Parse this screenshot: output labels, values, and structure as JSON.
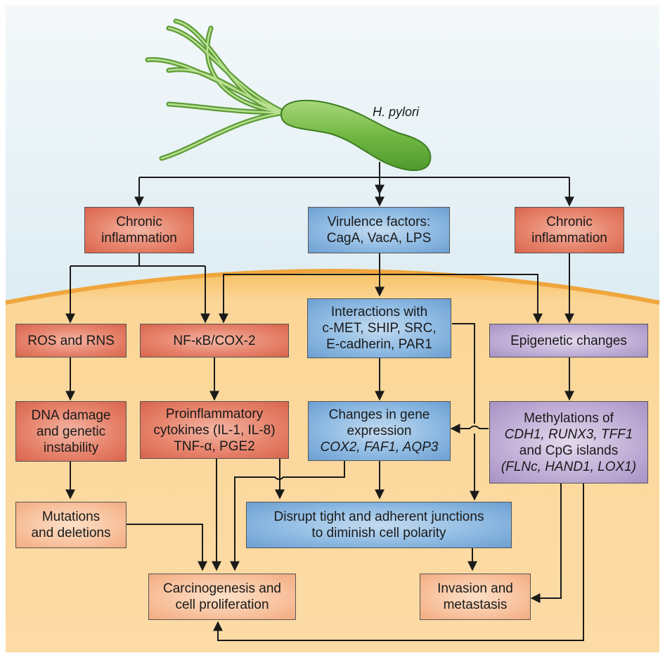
{
  "organism_label": "H. pylori",
  "boxes": {
    "chronic_left": [
      "Chronic",
      "inflammation"
    ],
    "virulence": [
      "Virulence factors:",
      "CagA, VacA, LPS"
    ],
    "chronic_right": [
      "Chronic",
      "inflammation"
    ],
    "ros": [
      "ROS and RNS"
    ],
    "nfkb": [
      "NF-κB/COX-2"
    ],
    "interactions": [
      "Interactions with",
      "c-MET, SHIP, SRC,",
      "E-cadherin, PAR1"
    ],
    "epigenetic": [
      "Epigenetic changes"
    ],
    "dna_damage": [
      "DNA damage",
      "and genetic",
      "instability"
    ],
    "cytokines": [
      "Proinflammatory",
      "cytokines (IL-1, IL-8)",
      "TNF-α, PGE2"
    ],
    "gene_expr": [
      "Changes in gene",
      "expression",
      "COX2, FAF1, AQP3"
    ],
    "methylation": [
      "Methylations of",
      "CDH1, RUNX3, TFF1",
      "and CpG islands",
      "(FLNc, HAND1, LOX1)"
    ],
    "mutations": [
      "Mutations",
      "and deletions"
    ],
    "disrupt": [
      "Disrupt tight and adherent junctions",
      "to diminish cell polarity"
    ],
    "carcinogenesis": [
      "Carcinogenesis and",
      "cell proliferation"
    ],
    "invasion": [
      "Invasion and",
      "metastasis"
    ]
  },
  "colors": {
    "sky_top": "#f2f7fa",
    "sky_bottom": "#c5e0ea",
    "cell": "#fbd391",
    "cell_edge": "#f1b04a",
    "bacterium": "#7cbf4a",
    "red_box": "#e07a62",
    "orange_box": "#f8c29e",
    "blue_box": "#8fbbe3",
    "purple_box": "#c3b1d8",
    "arrow": "#1a1a1a"
  }
}
